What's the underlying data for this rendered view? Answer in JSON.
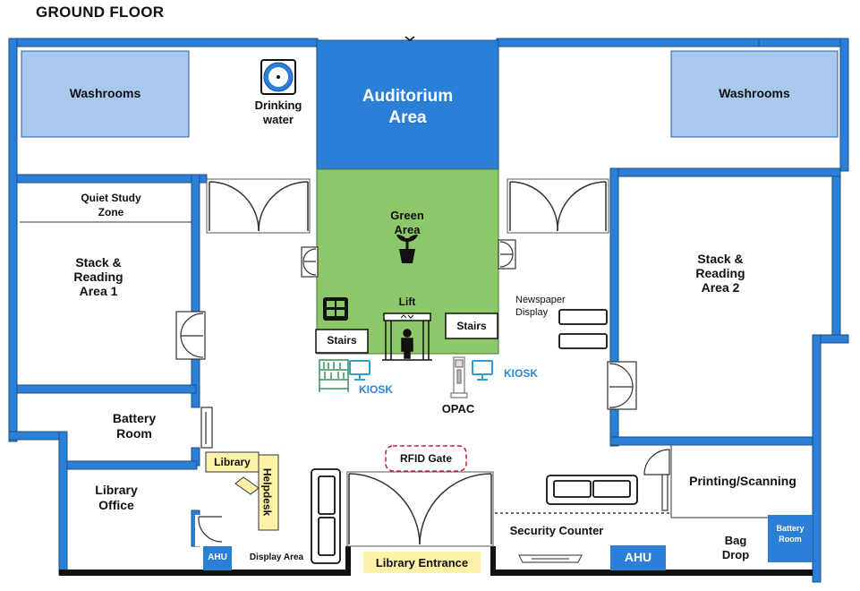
{
  "title": "GROUND FLOOR",
  "rooms": {
    "washrooms_left": "Washrooms",
    "washrooms_right": "Washrooms",
    "drinking_water": "Drinking\nwater",
    "auditorium": "Auditorium\nArea",
    "green_area": "Green\nArea",
    "quiet_study": "Quiet Study\nZone",
    "stack_1": "Stack &\nReading\nArea 1",
    "stack_2": "Stack &\nReading\nArea 2",
    "battery_room": "Battery\nRoom",
    "library_office": "Library\nOffice",
    "printing": "Printing/Scanning",
    "battery_room_small": "Battery\nRoom",
    "bag_drop": "Bag\nDrop"
  },
  "features": {
    "lift": "Lift",
    "stairs_left": "Stairs",
    "stairs_right": "Stairs",
    "newspaper": "Newspaper\nDisplay",
    "kiosk_left": "KIOSK",
    "kiosk_right": "KIOSK",
    "opac": "OPAC",
    "rfid_gate": "RFID Gate",
    "library_tag": "Library",
    "helpdesk": "Helpdesk",
    "security_counter": "Security Counter",
    "library_entrance": "Library Entrance",
    "ahu_left": "AHU",
    "ahu_right": "AHU",
    "display_area": "Display Area"
  },
  "colors": {
    "wall": "#2b7fd6",
    "auditorium": "#2b7fd6",
    "green": "#8cc86a",
    "washroom": "#a8c8ee",
    "yellow": "#fdf2a8"
  }
}
